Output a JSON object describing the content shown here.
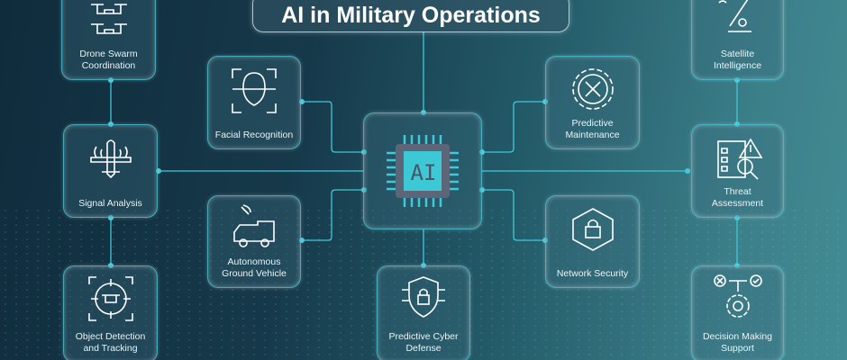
{
  "title": "AI in Military Operations",
  "center": {
    "label": "AI"
  },
  "nodes": {
    "drone_swarm": "Drone Swarm\nCoordination",
    "signal_analysis": "Signal Analysis",
    "object_detection": "Object Detection\nand Tracking",
    "facial_recognition": "Facial Recognition",
    "autonomous_vehicle": "Autonomous\nGround Vehicle",
    "cyber_defense": "Predictive Cyber\nDefense",
    "predictive_maintenance": "Predictive\nMaintenance",
    "network_security": "Network Security",
    "satellite": "Satellite\nIntelligence",
    "threat": "Threat\nAssessment",
    "decision": "Decision Making\nSupport"
  },
  "colors": {
    "accent": "#3ec9d9",
    "chip": "#5d6678",
    "chip_core": "#3dc8d6"
  }
}
